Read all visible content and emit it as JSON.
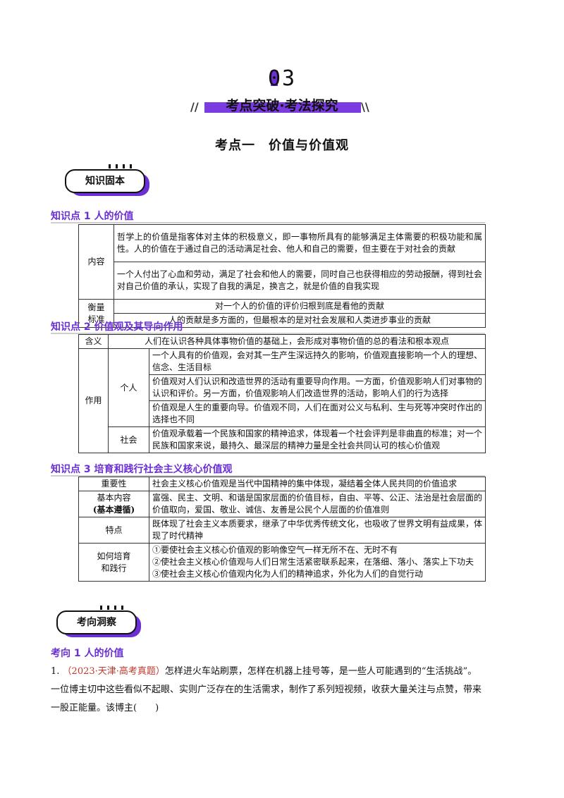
{
  "section": {
    "number": "03",
    "banner": "考点突破·考法探究"
  },
  "topic_title": "考点一　价值与价值观",
  "tags": {
    "knowledge": "知识固本",
    "direction": "考向洞察"
  },
  "kp1": {
    "title": "知识点 1  人的价值",
    "rows": {
      "content_label": "内容",
      "content_a": "哲学上的价值是指客体对主体的积极意义，即一事物所具有的能够满足主体需要的积极功能和属性。人的价值在于通过自己的活动满足社会、他人和自己的需要，但主要在于对社会的贡献",
      "content_b": "一个人付出了心血和劳动，满足了社会和他人的需要，同时自己也获得相应的劳动报酬，得到社会对自己价值的承认，实现了自我的满足，换言之，就是价值的自我实现",
      "measure_label_1": "衡量",
      "measure_label_2": "标准",
      "measure_a": "对一个人的价值的评价归根到底是看他的贡献",
      "measure_b": "人的贡献是多方面的，但最根本的是对社会发展和人类进步事业的贡献"
    }
  },
  "kp2": {
    "title": "知识点 2  价值观及其导向作用",
    "meaning_label": "含义",
    "meaning": "人们在认识各种具体事物价值的基础上，会形成对事物价值的总的看法和根本观点",
    "effect_label": "作用",
    "person_label": "个人",
    "person_1": "一个人具有的价值观，会对其一生产生深远持久的影响，价值观直接影响一个人的理想、信念、生活目标",
    "person_2": "价值观对人们认识和改造世界的活动有重要导向作用。一方面，价值观影响人们对事物的认识和评价。另一方面，价值观影响人们改造世界的活动，影响人们的行为选择",
    "person_3": "价值观是人生的重要向导。价值观不同，人们在面对公义与私利、生与死等冲突时作出的选择也不同",
    "society_label": "社会",
    "society": "价值观承载着一个民族和国家的精神追求，体现着一个社会评判是非曲直的标准；对一个民族和国家来说，最持久、最深层的精神力量是全社会共同认可的核心价值观"
  },
  "kp3": {
    "title": "知识点 3  培育和践行社会主义核心价值观",
    "importance_label": "重要性",
    "importance": "社会主义核心价值观是当代中国精神的集中体现，凝结着全体人民共同的价值追求",
    "basic_label_1": "基本内容",
    "basic_label_2": "(基本遵循)",
    "basic": "富强、民主、文明、和谐是国家层面的价值目标，自由、平等、公正、法治是社会层面的价值取向，爱国、敬业、诚信、友善是公民个人层面的价值准则",
    "feature_label": "特点",
    "feature": "既体现了社会主义本质要求，继承了中华优秀传统文化，也吸收了世界文明有益成果，体现了时代精神",
    "how_label_1": "如何培育",
    "how_label_2": "和践行",
    "how_1": "①要使社会主义核心价值观的影响像空气一样无所不在、无时不有",
    "how_2": "②使社会主义核心价值观与人们日常生活紧密联系起来，在落细、落小、落实上下功夫",
    "how_3": "③使社会主义核心价值观内化为人们的精神追求，外化为人们的自觉行动"
  },
  "direction1": {
    "title": "考向 1  人的价值"
  },
  "question1": {
    "number": "1.",
    "source": "（2023·天津·高考真题）",
    "text": "怎样进火车站刷票，怎样在机器上挂号等，是一些人可能遇到的“生活挑战”。一位博主切中这些看似不起眼、实则广泛存在的生活需求，制作了系列短视频，收获大量关注与点赞，带来一股正能量。该博主(　　)"
  },
  "colors": {
    "accent": "#6b2fd6",
    "source_red": "#c0392b"
  }
}
